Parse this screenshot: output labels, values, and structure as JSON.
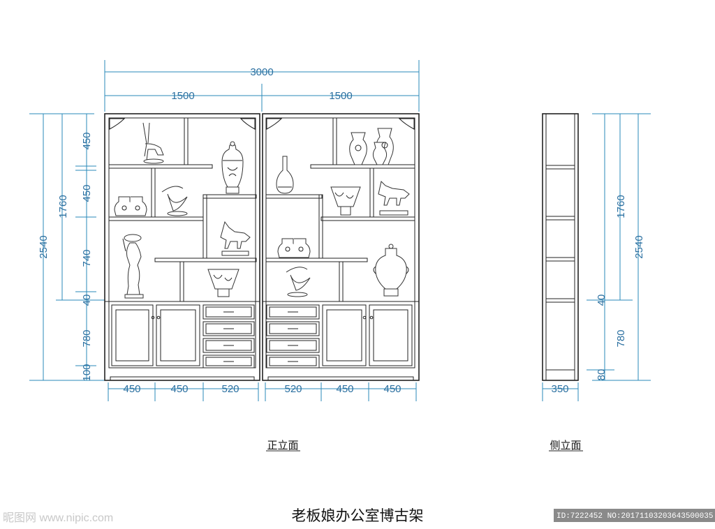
{
  "dimensions": {
    "top_total": "3000",
    "top_left": "1500",
    "top_right": "1500",
    "left_total": "2540",
    "left_upper": "1760",
    "left_segments": [
      "450",
      "450",
      "740",
      "40",
      "780",
      "100"
    ],
    "bottom_left": [
      "450",
      "450",
      "520"
    ],
    "bottom_right": [
      "520",
      "450",
      "450"
    ],
    "side_upper": "1760",
    "side_total": "2540",
    "side_segments": [
      "40",
      "780",
      "80"
    ],
    "side_width": "350"
  },
  "labels": {
    "front_view": "正立面",
    "side_view": "侧立面",
    "title": "老板娘办公室博古架"
  },
  "watermark": {
    "logo": "昵图网 www.nipic.com",
    "id_text": "ID:7222452 NO:20171103203643500035"
  }
}
